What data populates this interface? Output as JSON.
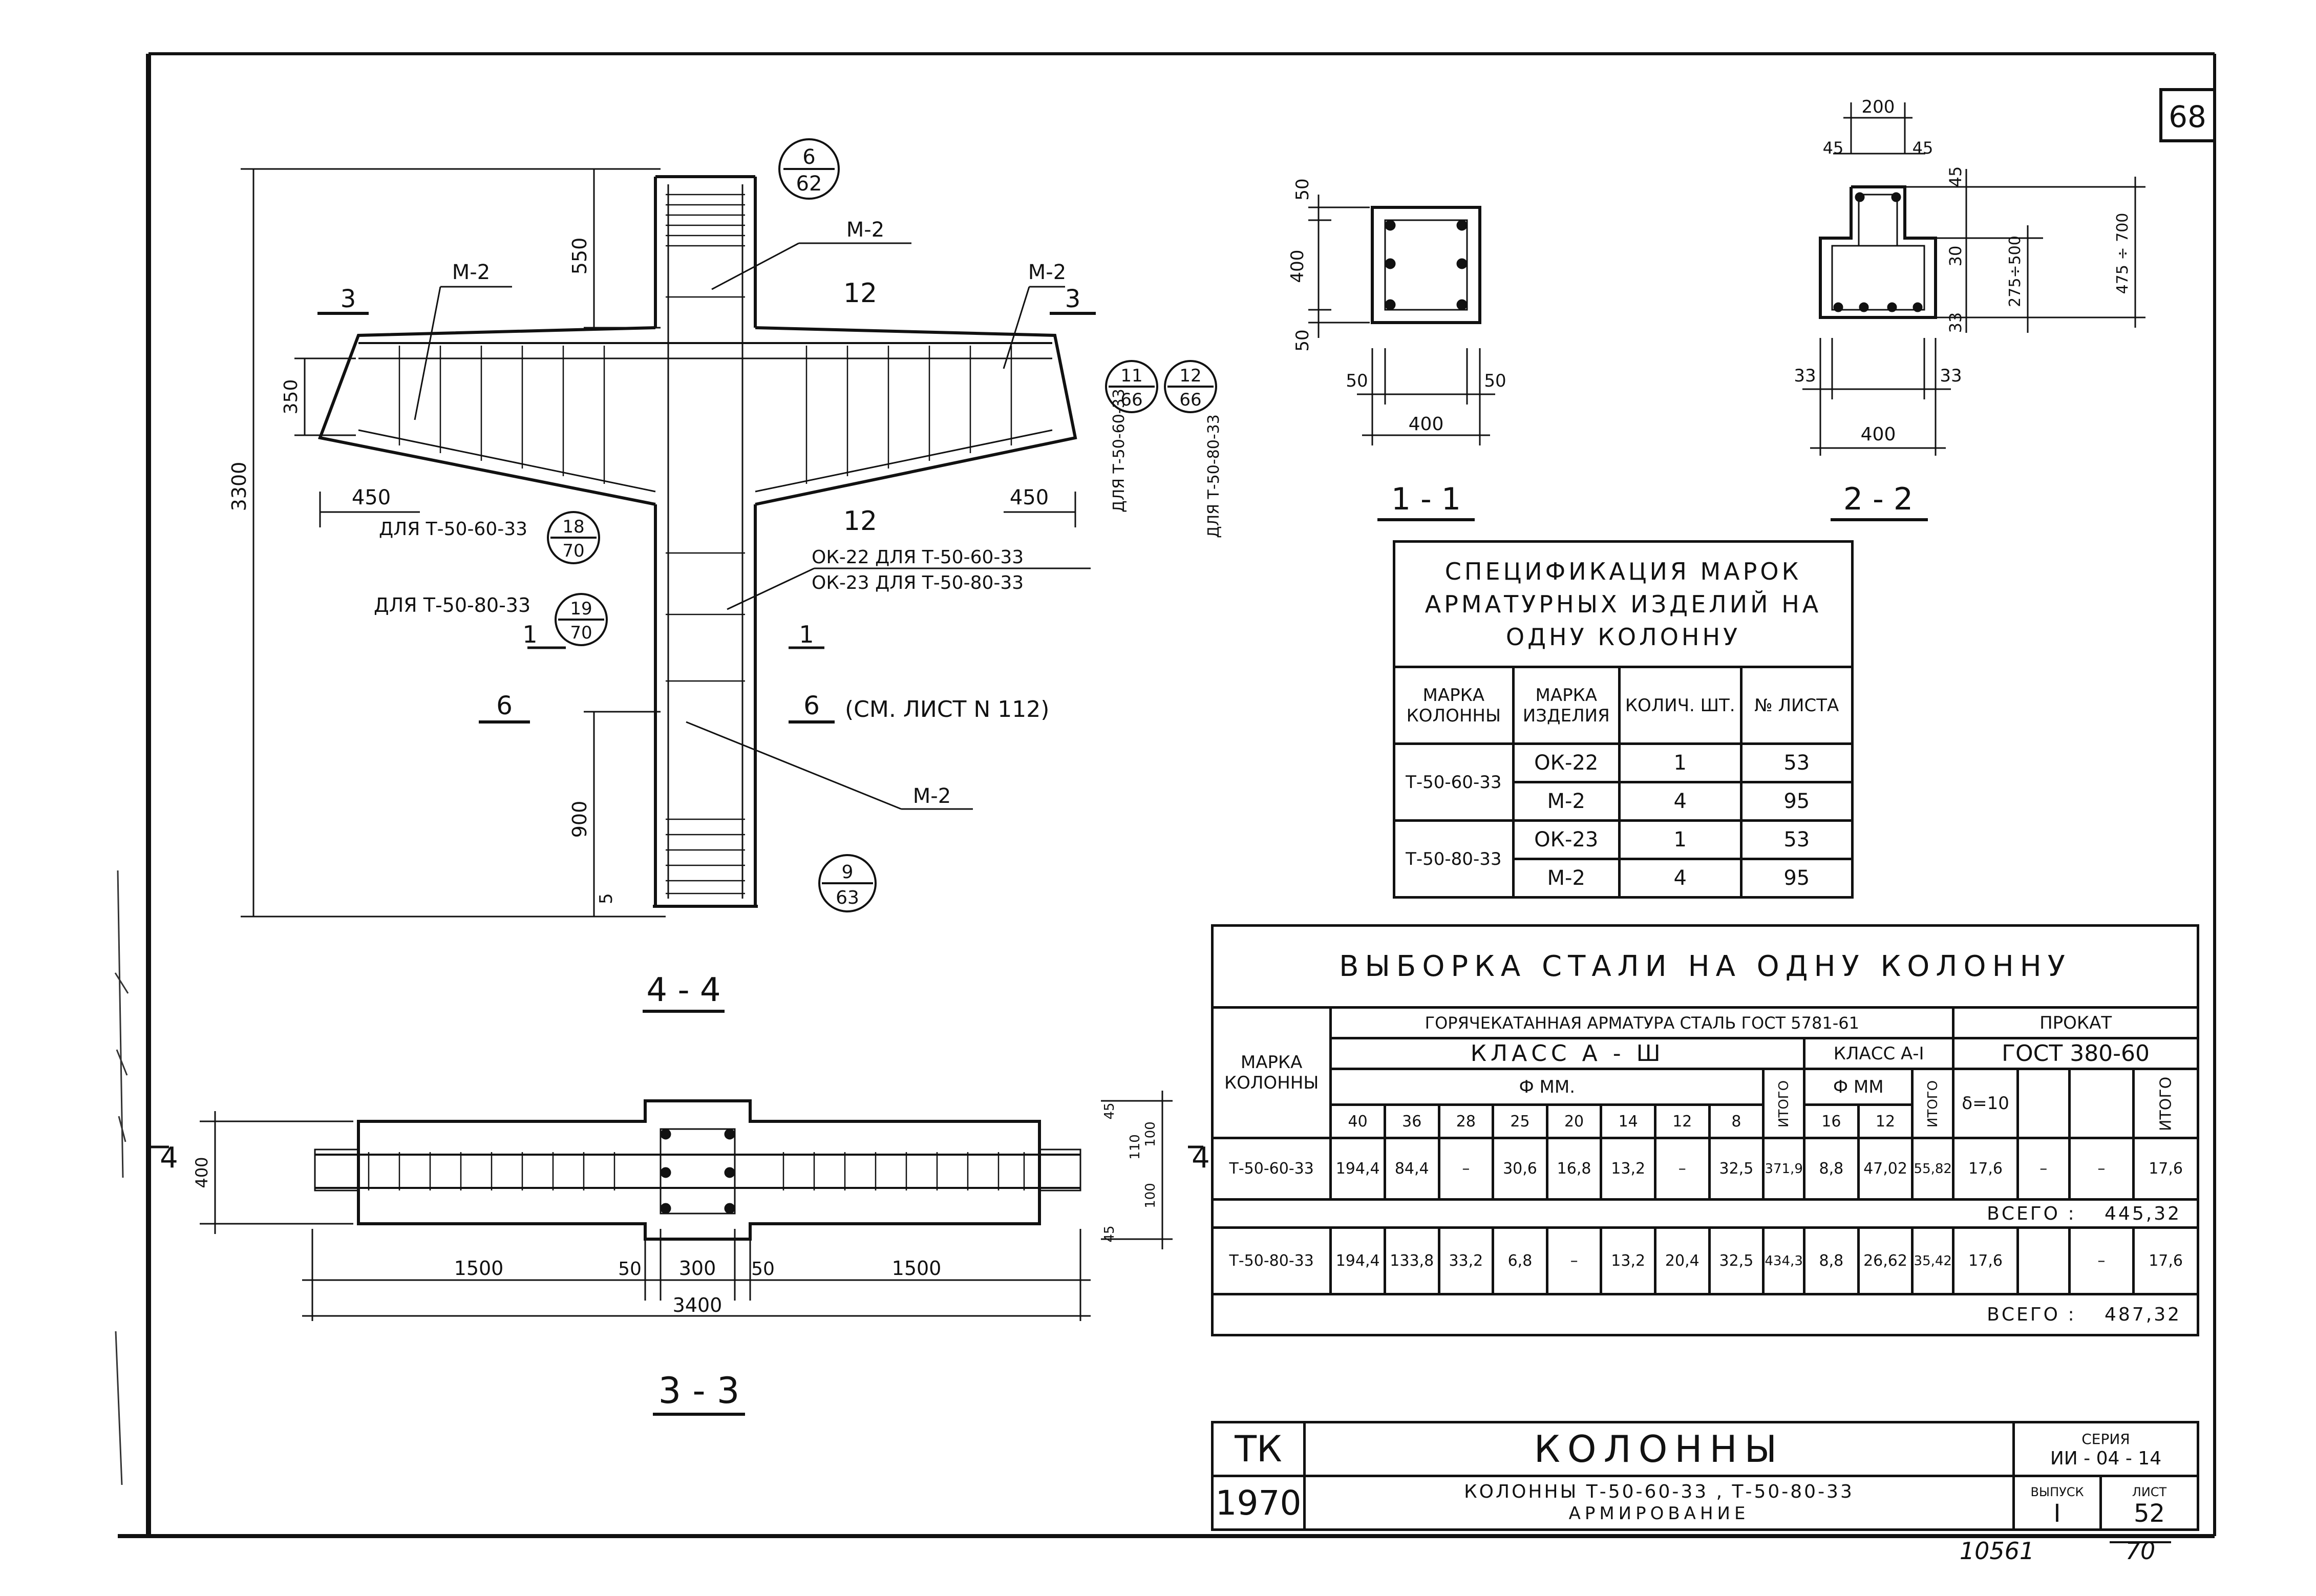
{
  "sheet_number": "68",
  "stamp": {
    "code": "ТК",
    "year": "1970",
    "title": "КОЛОННЫ",
    "subtitle_line1": "КОЛОННЫ Т-50-60-33 , Т-50-80-33",
    "subtitle_line2": "АРМИРОВАНИЕ",
    "series_label": "СЕРИЯ",
    "series_value": "ИИ - 04 - 14",
    "issue_label": "ВЫПУСК",
    "issue_value": "I",
    "sheet_label": "ЛИСТ",
    "sheet_value": "52"
  },
  "footer_marks": {
    "left": "10561",
    "right": "70"
  },
  "views": {
    "v44": "4 - 4",
    "v33": "3 - 3",
    "v11": "1 - 1",
    "v22": "2 - 2"
  },
  "view44": {
    "dims": {
      "d550": "550",
      "d350": "350",
      "d3300": "3300",
      "d900": "900",
      "d5": "5",
      "d450_left": "450",
      "d450_right": "450"
    },
    "marks": {
      "m2_top": "М-2",
      "m2_left": "М-2",
      "m2_right": "М-2",
      "m2_bottom": "М-2",
      "l12_top": "12",
      "l12_mid": "12"
    },
    "sec3_left": "3",
    "sec3_right": "3",
    "sec1_left": "1",
    "sec1_right": "1",
    "sec6_left": "6",
    "sec6_right": "6",
    "ref_sheet": "(СМ. ЛИСТ N 112)",
    "for_60": "ДЛЯ  Т-50-60-33",
    "for_80": "ДЛЯ  Т-50-80-33",
    "ok22": "ОК-22  ДЛЯ  Т-50-60-33",
    "ok23": "ОК-23  ДЛЯ  Т-50-80-33",
    "vert_60": "ДЛЯ Т-50-60-33",
    "vert_80": "ДЛЯ Т-50-80-33",
    "circles": [
      {
        "top": "6",
        "bottom": "62"
      },
      {
        "top": "11",
        "bottom": "66"
      },
      {
        "top": "12",
        "bottom": "66"
      },
      {
        "top": "18",
        "bottom": "70"
      },
      {
        "top": "19",
        "bottom": "70"
      },
      {
        "top": "9",
        "bottom": "63"
      }
    ]
  },
  "view11": {
    "d50a": "50",
    "d400v": "400",
    "d50b": "50",
    "d50c": "50",
    "d50d": "50",
    "d400h": "400"
  },
  "view22": {
    "d200": "200",
    "d45a": "45",
    "d45b": "45",
    "d45v": "45",
    "d30": "30",
    "d33v": "33",
    "d275": "275÷500",
    "d475": "475 ÷ 700",
    "d33a": "33",
    "d33b": "33",
    "d400h": "400"
  },
  "view33": {
    "d1500a": "1500",
    "d50a": "50",
    "d300": "300",
    "d50b": "50",
    "d1500b": "1500",
    "d3400": "3400",
    "d400": "400",
    "d45a": "45",
    "d110": "110",
    "d100a": "100",
    "d100b": "100",
    "d45b": "45",
    "sec4l": "4",
    "sec4r": "4"
  },
  "spec": {
    "title_lines": [
      "СПЕЦИФИКАЦИЯ МАРОК",
      "АРМАТУРНЫХ ИЗДЕЛИЙ НА",
      "ОДНУ КОЛОННУ"
    ],
    "headers": [
      "МАРКА КОЛОННЫ",
      "МАРКА ИЗДЕЛИЯ",
      "КОЛИЧ. ШТ.",
      "№ ЛИСТА"
    ],
    "rows": [
      {
        "column": "Т-50-60-33",
        "item": "ОК-22",
        "qty": "1",
        "sheet": "53"
      },
      {
        "column": "",
        "item": "М-2",
        "qty": "4",
        "sheet": "95"
      },
      {
        "column": "Т-50-80-33",
        "item": "ОК-23",
        "qty": "1",
        "sheet": "53"
      },
      {
        "column": "",
        "item": "М-2",
        "qty": "4",
        "sheet": "95"
      }
    ]
  },
  "steel": {
    "title": "ВЫБОРКА СТАЛИ НА ОДНУ КОЛОННУ",
    "col_mark": "МАРКА КОЛОННЫ",
    "group_hot": "ГОРЯЧЕКАТАННАЯ АРМАТУРА СТАЛЬ ГОСТ 5781-61",
    "group_rolled": "ПРОКАТ",
    "class_a3": "КЛАСС А - Ш",
    "class_a1": "КЛАСС А-I",
    "gost_rolled": "ГОСТ 380-60",
    "phi_mm": "Ф ММ.",
    "phi_mm2": "Ф ММ",
    "itogo": "ИТОГО",
    "delta": "δ=10",
    "diameters_a3": [
      "40",
      "36",
      "28",
      "25",
      "20",
      "14",
      "12",
      "8"
    ],
    "diameters_a1": [
      "16",
      "12"
    ],
    "rows": [
      {
        "mark": "Т-50-60-33",
        "a3": [
          "194,4",
          "84,4",
          "–",
          "30,6",
          "16,8",
          "13,2",
          "–",
          "32,5"
        ],
        "a3_total": "371,9",
        "a1": [
          "8,8",
          "47,02"
        ],
        "a1_total": "55,82",
        "rolled": [
          "17,6",
          "–",
          "–"
        ],
        "rolled_total": "17,6",
        "total_label": "ВСЕГО :",
        "total": "445,32"
      },
      {
        "mark": "Т-50-80-33",
        "a3": [
          "194,4",
          "133,8",
          "33,2",
          "6,8",
          "–",
          "13,2",
          "20,4",
          "32,5"
        ],
        "a3_total": "434,3",
        "a1": [
          "8,8",
          "26,62"
        ],
        "a1_total": "35,42",
        "rolled": [
          "17,6",
          "",
          "–"
        ],
        "rolled_total": "17,6",
        "total_label": "ВСЕГО :",
        "total": "487,32"
      }
    ]
  }
}
